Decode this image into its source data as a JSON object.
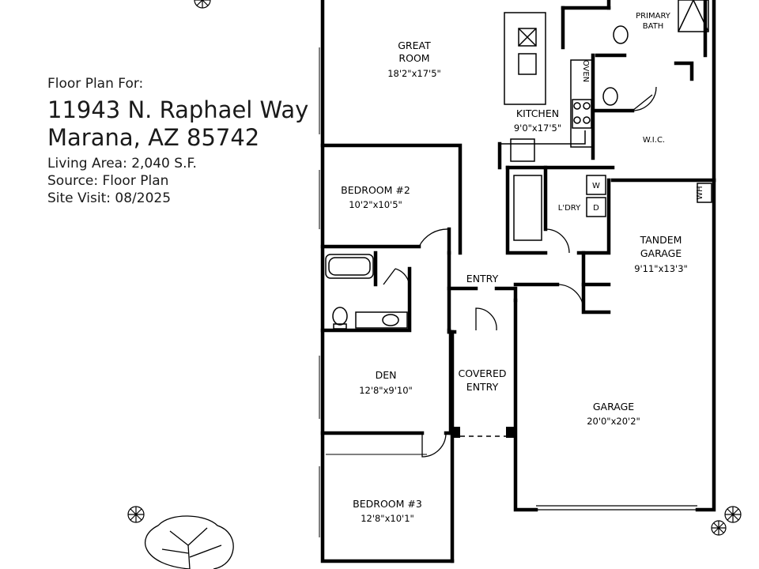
{
  "header": {
    "intro": "Floor Plan For:",
    "address_line1": "11943 N. Raphael Way",
    "address_line2": "Marana, AZ  85742",
    "living_area": "Living Area:  2,040 S.F.",
    "source": "Source:  Floor Plan",
    "site_visit": "Site Visit:  08/2025"
  },
  "rooms": {
    "great_room": {
      "name_line1": "GREAT",
      "name_line2": "ROOM",
      "size": "18'2\"x17'5\""
    },
    "primary_bath": {
      "name_line1": "PRIMARY",
      "name_line2": "BATH"
    },
    "kitchen": {
      "name": "KITCHEN",
      "size": "9'0\"x17'5\""
    },
    "wic": {
      "name": "W.I.C."
    },
    "bedroom2": {
      "name": "BEDROOM #2",
      "size": "10'2\"x10'5\""
    },
    "laundry": {
      "name": "L'DRY"
    },
    "tandem_garage": {
      "name_line1": "TANDEM",
      "name_line2": "GARAGE",
      "size": "9'11\"x13'3\""
    },
    "entry": {
      "name": "ENTRY"
    },
    "den": {
      "name": "DEN",
      "size": "12'8\"x9'10\""
    },
    "covered_entry": {
      "name_line1": "COVERED",
      "name_line2": "ENTRY"
    },
    "garage": {
      "name": "GARAGE",
      "size": "20'0\"x20'2\""
    },
    "bedroom3": {
      "name": "BEDROOM #3",
      "size": "12'8\"x10'1\""
    }
  },
  "fixtures": {
    "oven": "OVEN",
    "washer": "W",
    "dryer": "D",
    "water_heater": "WH"
  }
}
